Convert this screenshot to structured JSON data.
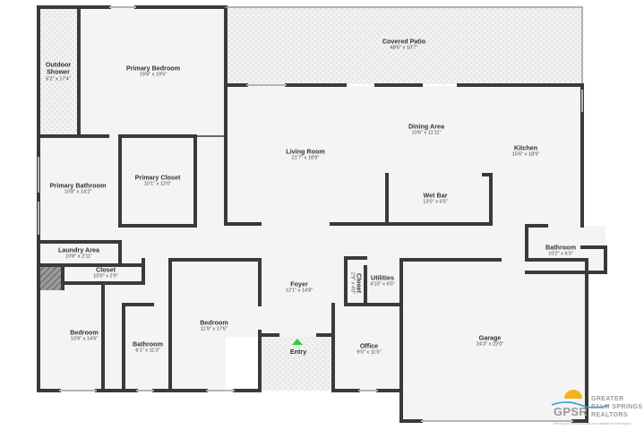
{
  "rooms": {
    "outdoor_shower": {
      "name": "Outdoor\nShower",
      "dims": "5'2\" x 17'4\""
    },
    "primary_bedroom": {
      "name": "Primary Bedroom",
      "dims": "19'8\" x 19'5\""
    },
    "covered_patio": {
      "name": "Covered Patio",
      "dims": "48'6\" x 10'7\""
    },
    "dining_area": {
      "name": "Dining Area",
      "dims": "10'6\" x 11'11\""
    },
    "living_room": {
      "name": "Living Room",
      "dims": "21'7\" x 18'9\""
    },
    "kitchen": {
      "name": "Kitchen",
      "dims": "15'6\" x 18'9\""
    },
    "primary_closet": {
      "name": "Primary Closet",
      "dims": "10'1\" x 12'0\""
    },
    "primary_bathroom": {
      "name": "Primary Bathroom",
      "dims": "10'8\" x 14'2\""
    },
    "wet_bar": {
      "name": "Wet Bar",
      "dims": "13'0\" x 6'5\""
    },
    "bathroom_right": {
      "name": "Bathroom",
      "dims": "10'2\" x 6'3\""
    },
    "laundry": {
      "name": "Laundry Area",
      "dims": "10'8\" x 2'11\""
    },
    "closet_hall": {
      "name": "Closet",
      "dims": "10'0\" x 2'9\""
    },
    "closet_small": {
      "name": "Closet",
      "dims": "2'9\" x 4'0\""
    },
    "utilities": {
      "name": "Utilities",
      "dims": "4'10\" x 6'0\""
    },
    "foyer": {
      "name": "Foyer",
      "dims": "12'1\" x 14'8\""
    },
    "bedroom_left": {
      "name": "Bedroom",
      "dims": "13'9\" x 14'6\""
    },
    "bedroom_mid": {
      "name": "Bedroom",
      "dims": "11'9\" x 17'6\""
    },
    "bathroom_small": {
      "name": "Bathroom",
      "dims": "6'1\" x 11'3\""
    },
    "entry": {
      "name": "Entry"
    },
    "office": {
      "name": "Office",
      "dims": "9'0\" x 11'5\""
    },
    "garage": {
      "name": "Garage",
      "dims": "24'3\" x 22'0\""
    }
  },
  "logo": {
    "abbr": "GPSR",
    "line1": "GREATER",
    "line2": "PALM SPRINGS",
    "line3": "REALTORS",
    "tagline": "Serving the most culturally and lifestyle focused region"
  },
  "colors": {
    "wall": "#3a3a3a",
    "floor": "#f4f4f4",
    "patio": "#efefef",
    "entry_marker": "#2ecc40",
    "logo_sun": "#f5b21e",
    "logo_wave": "#2a9fc9"
  }
}
